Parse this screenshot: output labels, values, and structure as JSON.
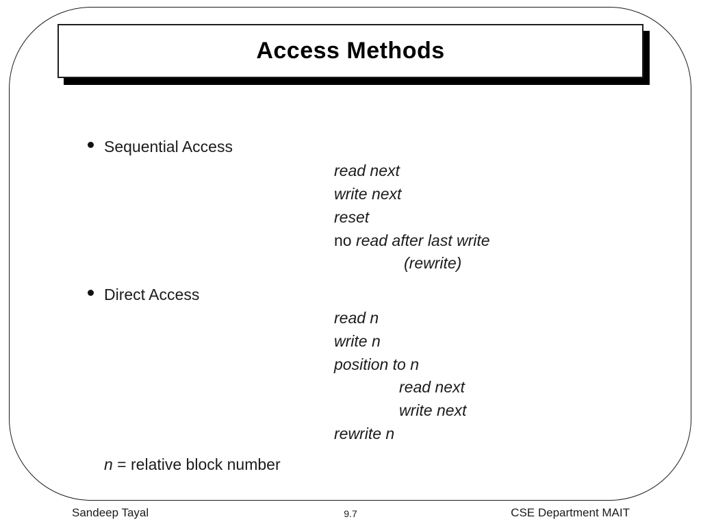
{
  "slide": {
    "title": "Access Methods",
    "sections": [
      {
        "bullet": "Sequential Access",
        "commands": [
          "read next",
          "write next",
          "reset"
        ],
        "mixed_line": {
          "prefix": "no ",
          "italic": "read after last write"
        },
        "sub_line": "(rewrite)"
      },
      {
        "bullet": "Direct Access",
        "commands": [
          "read n",
          "write n",
          "position to n"
        ],
        "sub_commands": [
          "read next",
          "write next"
        ],
        "last_command": "rewrite n"
      }
    ],
    "note": {
      "italic": "n",
      "rest": " = relative block number"
    }
  },
  "footer": {
    "author": "Sandeep Tayal",
    "slide_number": "9.7",
    "department": "CSE Department MAIT"
  },
  "colors": {
    "background": "#ffffff",
    "text": "#1b1b1b",
    "title": "#000000",
    "title_shadow": "#000000",
    "frame_border": "#1a1a1a"
  }
}
